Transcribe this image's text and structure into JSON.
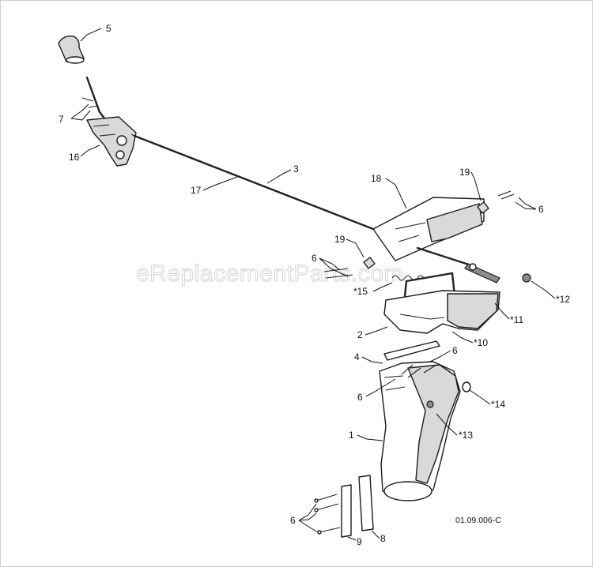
{
  "watermark": "eReplacementParts.com",
  "diagram_code": "01.09.006-C",
  "callouts": [
    "5",
    "7",
    "16",
    "17",
    "3",
    "18",
    "19",
    "19",
    "6",
    "6",
    "*12",
    "*15",
    "*11",
    "2",
    "*10",
    "4",
    "6",
    "6",
    "*14",
    "1",
    "*13",
    "6",
    "9",
    "8"
  ]
}
